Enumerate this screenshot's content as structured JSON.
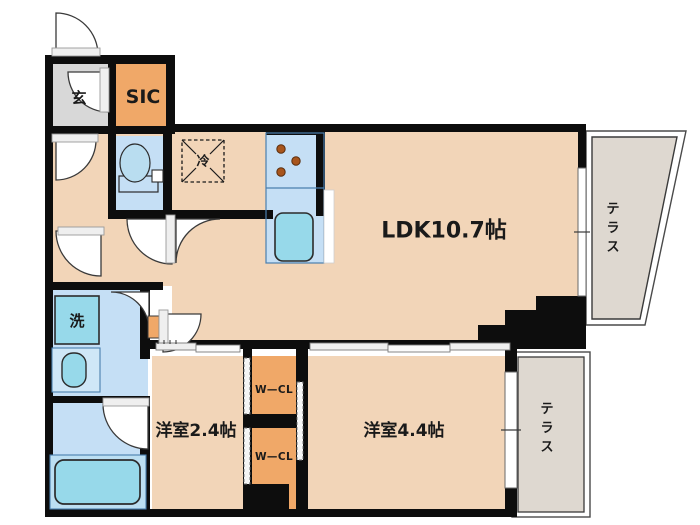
{
  "document": {
    "type": "floor-plan",
    "language": "ja",
    "layout_code": "2LDK"
  },
  "rooms": {
    "ldk": {
      "label": "LDK10.7帖",
      "name": "living-dining-kitchen",
      "size_jo": 10.7
    },
    "bedroom_small": {
      "label": "洋室2.4帖",
      "name": "western-room-small",
      "size_jo": 2.4
    },
    "bedroom_large": {
      "label": "洋室4.4帖",
      "name": "western-room-large",
      "size_jo": 4.4
    },
    "entrance": {
      "label": "玄",
      "name": "genkan-entrance"
    },
    "shoe_closet": {
      "label": "SIC",
      "name": "shoe-in-closet"
    },
    "closet_upper": {
      "label": "W—CL",
      "name": "walk-in-closet-upper"
    },
    "closet_lower": {
      "label": "W—CL",
      "name": "walk-in-closet-lower"
    },
    "terrace_upper": {
      "label": "テラス",
      "name": "terrace-upper"
    },
    "terrace_lower": {
      "label": "テラス",
      "name": "terrace-lower"
    }
  },
  "fixtures": {
    "washer": {
      "label": "洗",
      "name": "washing-machine"
    },
    "refrigerator": {
      "label": "冷",
      "name": "refrigerator-space"
    },
    "toilet": {
      "label": "",
      "name": "toilet"
    },
    "bathtub": {
      "label": "",
      "name": "bathtub"
    },
    "vanity_sink": {
      "label": "",
      "name": "vanity-sink"
    },
    "kitchen_sink": {
      "label": "",
      "name": "kitchen-sink"
    },
    "stove_burners": {
      "count": 3,
      "name": "stove-burners"
    }
  },
  "colors": {
    "wall": "#0d0d0d",
    "room_floor": "#f2d5b8",
    "closet": "#f0a868",
    "water_area": "#c5dff5",
    "water_fixture": "#97d9ea",
    "entrance_floor": "#d8d8d8",
    "terrace": "#ded8d0",
    "door_swing": "#ffffff",
    "burner": "#a8551c",
    "text": "#1a1a1a"
  }
}
